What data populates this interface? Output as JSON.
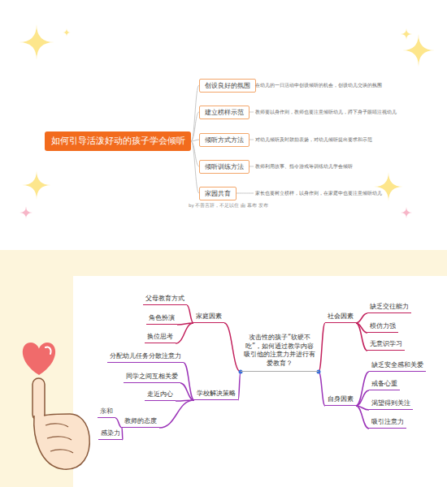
{
  "diagram": {
    "nodes": [
      {
        "text": [
          "如何引导活泼好动的孩子学会倾听"
        ]
      },
      {
        "text": [
          "创设良好的氛围"
        ]
      },
      {
        "text": [
          "建立榜样示范"
        ]
      },
      {
        "text": [
          "倾听方式方法"
        ]
      },
      {
        "text": [
          "倾听训练方法"
        ]
      },
      {
        "text": [
          "家园共育"
        ]
      },
      {
        "text": [
          "在幼儿的一日活动中创设倾听的机会，创设幼儿交谈的氛围"
        ]
      },
      {
        "text": [
          "教师要以身作则，教师也要注意倾听幼儿，蹲下身子眼睛注视幼儿"
        ]
      },
      {
        "text": [
          "对幼儿倾听及时鼓励表扬，对幼儿倾听提出要求和示范"
        ]
      },
      {
        "text": [
          "教师利用故事、指令游戏等训练幼儿学会倾听"
        ]
      },
      {
        "text": [
          "家长也要树立榜样，以身作则，在家庭中也要注意倾听幼儿"
        ]
      },
      {
        "text": [
          "攻击性的孩子“软硬不吃”，如何通过教学内容吸引他的注意力并进行有爱教育？"
        ]
      },
      {
        "text": [
          "家庭因素"
        ]
      },
      {
        "text": [
          "父母教育方式"
        ]
      },
      {
        "text": [
          "角色扮演"
        ]
      },
      {
        "text": [
          "换位思考"
        ]
      },
      {
        "text": [
          "学校解决策略"
        ]
      },
      {
        "text": [
          "分配幼儿任务分散注意力"
        ]
      },
      {
        "text": [
          "同学之间互相关爱"
        ]
      },
      {
        "text": [
          "走近内心"
        ]
      },
      {
        "text": [
          "教师的态度"
        ]
      },
      {
        "text": [
          "亲和"
        ]
      },
      {
        "text": [
          "感染力"
        ]
      },
      {
        "text": [
          "社会因素"
        ]
      },
      {
        "text": [
          "缺乏交往能力"
        ]
      },
      {
        "text": [
          "模仿力强"
        ]
      },
      {
        "text": [
          "无意识学习"
        ]
      },
      {
        "text": [
          "自身因素"
        ]
      },
      {
        "text": [
          "缺乏安全感和关爱"
        ]
      },
      {
        "text": [
          "戒备心重"
        ]
      },
      {
        "text": [
          "渴望得到关注"
        ]
      },
      {
        "text": [
          "吸引注意力"
        ]
      }
    ],
    "edges": [
      {
        "from": 0,
        "to": 1,
        "arrow": "none"
      },
      {
        "from": 0,
        "to": 2,
        "arrow": "none"
      },
      {
        "from": 0,
        "to": 3,
        "arrow": "none"
      },
      {
        "from": 0,
        "to": 4,
        "arrow": "none"
      },
      {
        "from": 0,
        "to": 5,
        "arrow": "none"
      },
      {
        "from": 1,
        "to": 6,
        "arrow": "none"
      },
      {
        "from": 2,
        "to": 7,
        "arrow": "none"
      },
      {
        "from": 3,
        "to": 8,
        "arrow": "none"
      },
      {
        "from": 4,
        "to": 9,
        "arrow": "none"
      },
      {
        "from": 5,
        "to": 10,
        "arrow": "none"
      },
      {
        "from": 11,
        "to": 12,
        "arrow": "none"
      },
      {
        "from": 12,
        "to": 13,
        "arrow": "none"
      },
      {
        "from": 12,
        "to": 14,
        "arrow": "none"
      },
      {
        "from": 12,
        "to": 15,
        "arrow": "none"
      },
      {
        "from": 11,
        "to": 16,
        "arrow": "none"
      },
      {
        "from": 16,
        "to": 17,
        "arrow": "none"
      },
      {
        "from": 16,
        "to": 18,
        "arrow": "none"
      },
      {
        "from": 16,
        "to": 19,
        "arrow": "none"
      },
      {
        "from": 16,
        "to": 20,
        "arrow": "none"
      },
      {
        "from": 20,
        "to": 21,
        "arrow": "none"
      },
      {
        "from": 20,
        "to": 22,
        "arrow": "none"
      },
      {
        "from": 11,
        "to": 23,
        "arrow": "none"
      },
      {
        "from": 23,
        "to": 24,
        "arrow": "none"
      },
      {
        "from": 23,
        "to": 25,
        "arrow": "none"
      },
      {
        "from": 23,
        "to": 26,
        "arrow": "none"
      },
      {
        "from": 11,
        "to": 27,
        "arrow": "none"
      },
      {
        "from": 27,
        "to": 28,
        "arrow": "none"
      },
      {
        "from": 27,
        "to": 29,
        "arrow": "none"
      },
      {
        "from": 27,
        "to": 30,
        "arrow": "none"
      },
      {
        "from": 27,
        "to": 31,
        "arrow": "none"
      }
    ],
    "labels": [
      "by 不善言辞，不足以住 由 幕布 发布"
    ]
  }
}
